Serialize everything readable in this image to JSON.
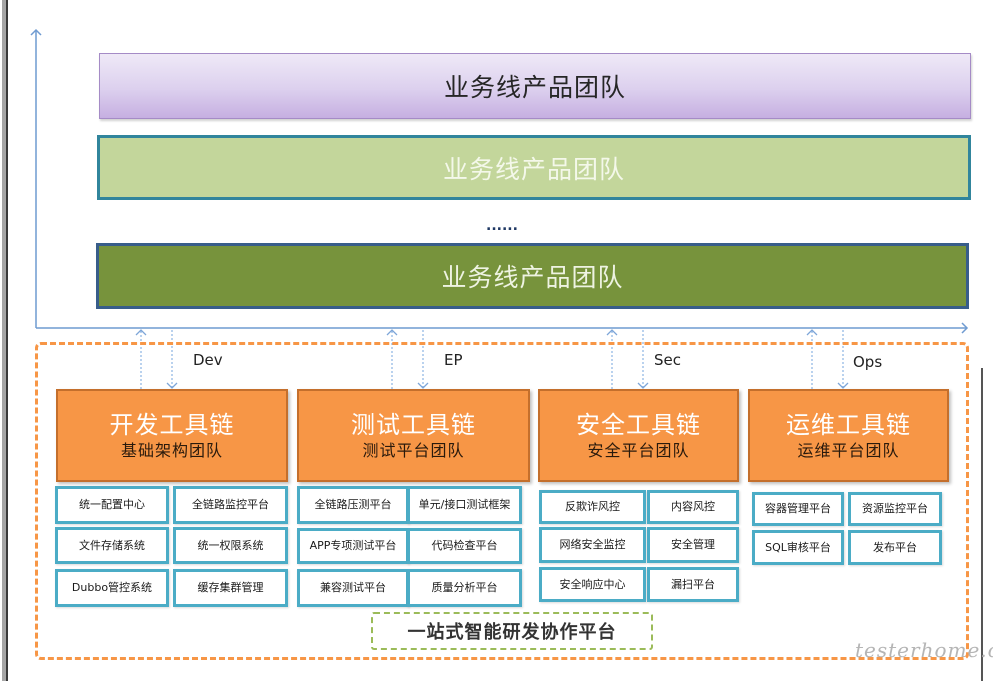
{
  "product_teams": [
    {
      "label": "业务线产品团队"
    },
    {
      "label": "业务线产品团队"
    },
    {
      "label": "业务线产品团队"
    }
  ],
  "ellipsis": "......",
  "toolchains": [
    {
      "channel": "Dev",
      "title": "开发工具链",
      "team": "基础架构团队",
      "items": [
        "统一配置中心",
        "全链路监控平台",
        "文件存储系统",
        "统一权限系统",
        "Dubbo管控系统",
        "缓存集群管理"
      ]
    },
    {
      "channel": "EP",
      "title": "测试工具链",
      "team": "测试平台团队",
      "items": [
        "全链路压测平台",
        "单元/接口测试框架",
        "APP专项测试平台",
        "代码检查平台",
        "兼容测试平台",
        "质量分析平台"
      ]
    },
    {
      "channel": "Sec",
      "title": "安全工具链",
      "team": "安全平台团队",
      "items": [
        "反欺诈风控",
        "内容风控",
        "网络安全监控",
        "安全管理",
        "安全响应中心",
        "漏扫平台"
      ]
    },
    {
      "channel": "Ops",
      "title": "运维工具链",
      "team": "运维平台团队",
      "items": [
        "容器管理平台",
        "资源监控平台",
        "SQL审核平台",
        "发布平台"
      ]
    }
  ],
  "platform_label": "一站式智能研发协作平台",
  "watermark": "testerhome.com",
  "colors": {
    "purple_bar": "#c6afe1",
    "light_green_bar": "#c3d69b",
    "dark_green_bar": "#77933c",
    "toolchain_orange": "#f79646",
    "item_border": "#4bacc6",
    "platform_dash_green": "#9bbb59",
    "axis_blue": "#6f9bd1"
  }
}
